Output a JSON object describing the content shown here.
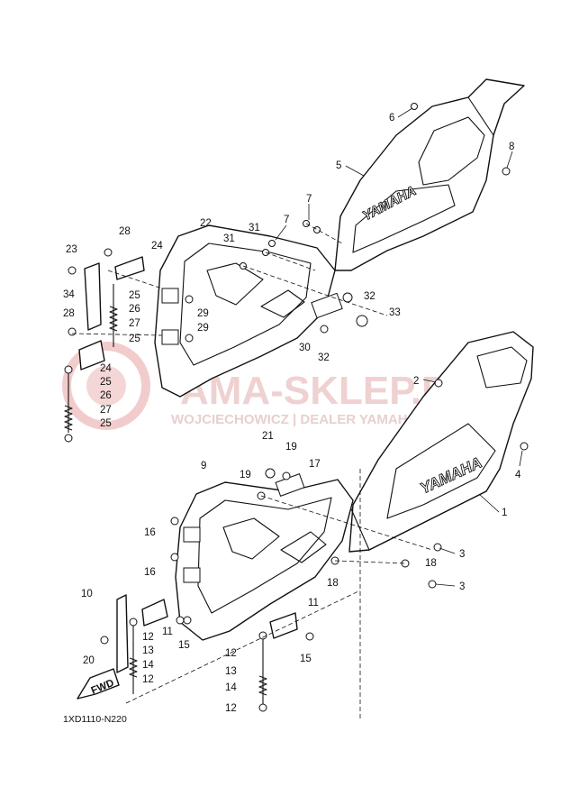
{
  "watermark": {
    "brand": "AMA-SKLEP.PL",
    "dealer": "WOJCIECHOWICZ | DEALER YAMAHA",
    "accent": "#e8a3a3"
  },
  "diagram_code": "1XD1110-N220",
  "fwd_label": "FWD",
  "panel_brand_lower": "YAMAHA",
  "panel_brand_upper": "YAMAHA",
  "callouts": [
    "1",
    "2",
    "3",
    "3",
    "4",
    "5",
    "6",
    "7",
    "7",
    "8",
    "9",
    "10",
    "11",
    "11",
    "12",
    "12",
    "12",
    "12",
    "13",
    "13",
    "14",
    "14",
    "15",
    "15",
    "16",
    "16",
    "17",
    "18",
    "18",
    "19",
    "19",
    "20",
    "21",
    "22",
    "23",
    "24",
    "24",
    "25",
    "25",
    "25",
    "25",
    "26",
    "26",
    "27",
    "27",
    "28",
    "28",
    "29",
    "29",
    "30",
    "31",
    "31",
    "32",
    "32",
    "33",
    "34"
  ]
}
